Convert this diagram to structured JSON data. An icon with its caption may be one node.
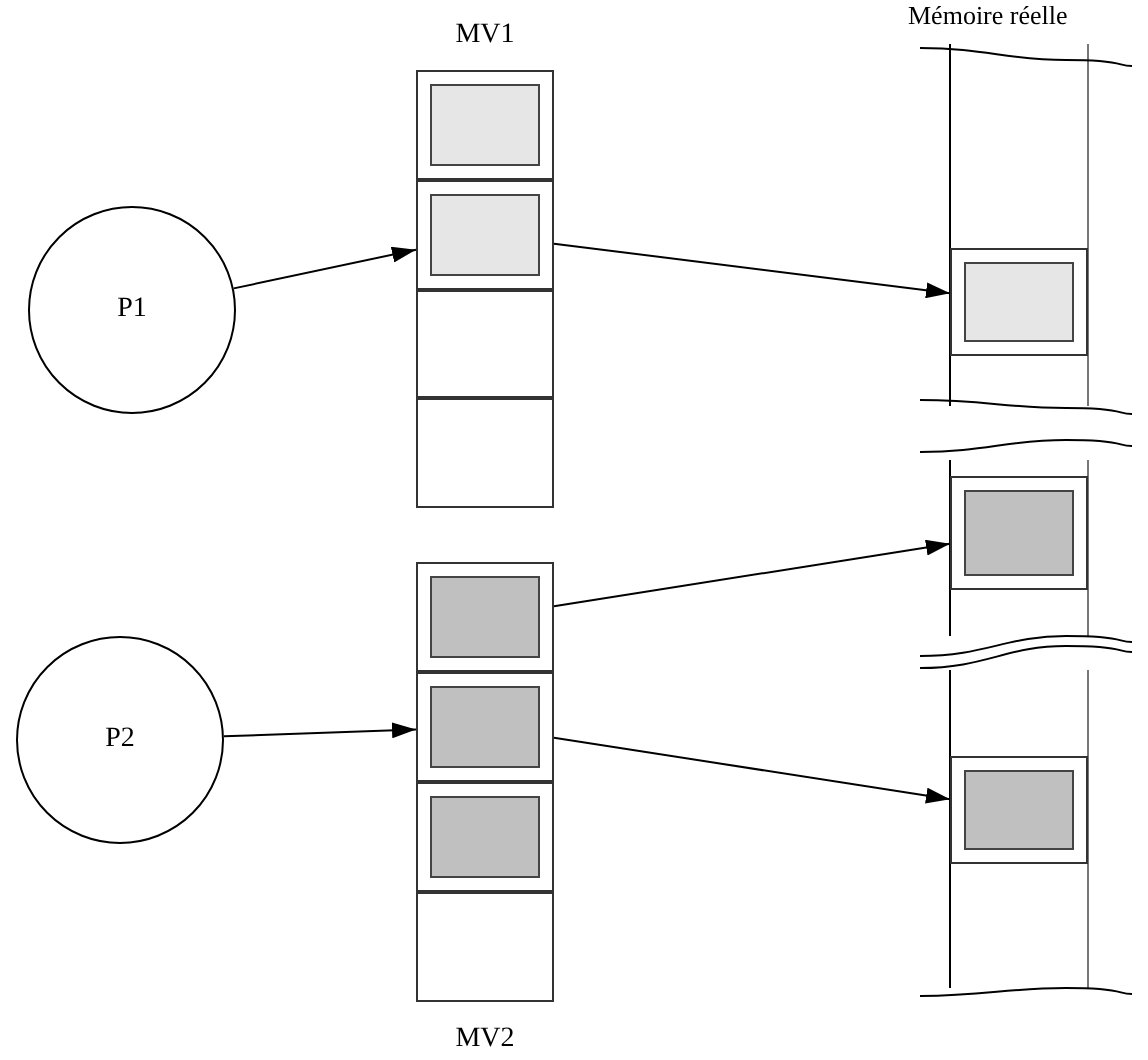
{
  "diagram": {
    "nodes": [
      {
        "text": [
          "P1"
        ]
      },
      {
        "text": [
          "MV1"
        ]
      },
      {
        "text": [],
        "shape": "box",
        "in": 1
      },
      {
        "text": [],
        "shape": "box",
        "in": 1
      },
      {
        "text": [],
        "shape": "box",
        "in": 1
      },
      {
        "text": [],
        "shape": "box",
        "in": 1
      },
      {
        "text": [
          "P2"
        ]
      },
      {
        "text": [
          "MV2"
        ]
      },
      {
        "text": [],
        "shape": "box",
        "in": 7
      },
      {
        "text": [],
        "shape": "box",
        "in": 7
      },
      {
        "text": [],
        "shape": "box",
        "in": 7
      },
      {
        "text": [],
        "shape": "box",
        "in": 7
      },
      {
        "text": [
          "Mémoire réelle"
        ]
      },
      {
        "text": [],
        "shape": "box",
        "in": 12
      },
      {
        "text": [],
        "shape": "box",
        "in": 12
      },
      {
        "text": [],
        "shape": "box",
        "in": 12
      }
    ],
    "edges": [
      {
        "from": 0,
        "to": 3,
        "arrow": "to"
      },
      {
        "from": 3,
        "to": 13,
        "arrow": "to"
      },
      {
        "from": 6,
        "to": 9,
        "arrow": "to"
      },
      {
        "from": 8,
        "to": 14,
        "arrow": "to"
      },
      {
        "from": 9,
        "to": 15,
        "arrow": "to"
      }
    ]
  }
}
